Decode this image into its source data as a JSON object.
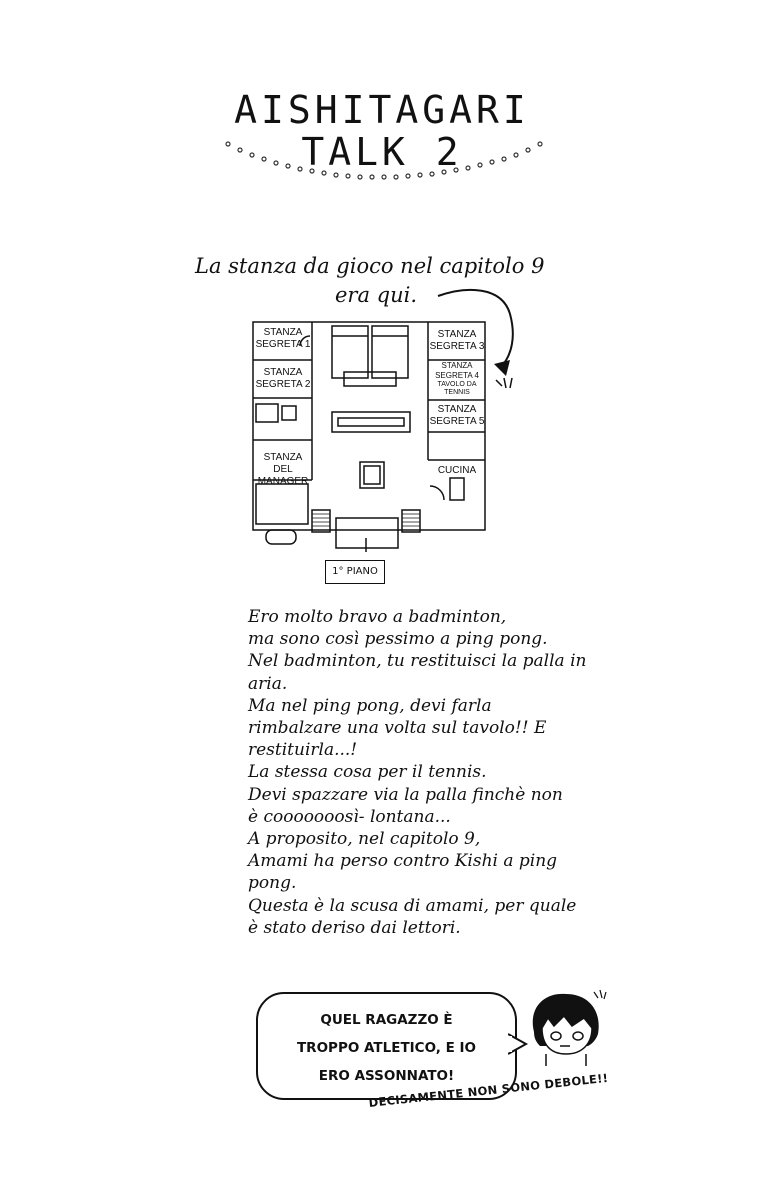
{
  "title": {
    "line1": "AISHITAGARI",
    "line2": "TALK 2"
  },
  "caption": {
    "line1": "La stanza da gioco nel capitolo 9",
    "line2": "era qui."
  },
  "floorplan": {
    "rooms": [
      "STANZA\nSEGRETA 1",
      "STANZA\nSEGRETA 2",
      "STANZA DEL\nMANAGER",
      "STANZA\nSEGRETA 3",
      "STANZA\nSEGRETA 4",
      "TAVOLO DA\nTENNIS",
      "STANZA\nSEGRETA 5",
      "CUCINA"
    ],
    "floor_label": "1° PIANO"
  },
  "body_lines": [
    "Ero molto bravo a badminton,",
    "ma sono così pessimo a ping pong.",
    "Nel badminton, tu restituisci la palla in",
    "aria.",
    "Ma nel ping pong, devi farla",
    "rimbalzare una volta sul tavolo!! E",
    "restituirla...!",
    "La stessa cosa per il tennis.",
    "Devi spazzare via la palla finchè non",
    "è cooooooosì- lontana...",
    "A proposito, nel capitolo 9,",
    "Amami ha perso contro Kishi a ping",
    "pong.",
    "Questa è la scusa di amami, per quale",
    "è stato deriso dai lettori."
  ],
  "bubble": {
    "line1": "QUEL RAGAZZO È",
    "line2": "TROPPO ATLETICO, E IO",
    "line3": "ERO ASSONNATO!"
  },
  "tagline": "DECISAMENTE NON SONO DEBOLE!!"
}
